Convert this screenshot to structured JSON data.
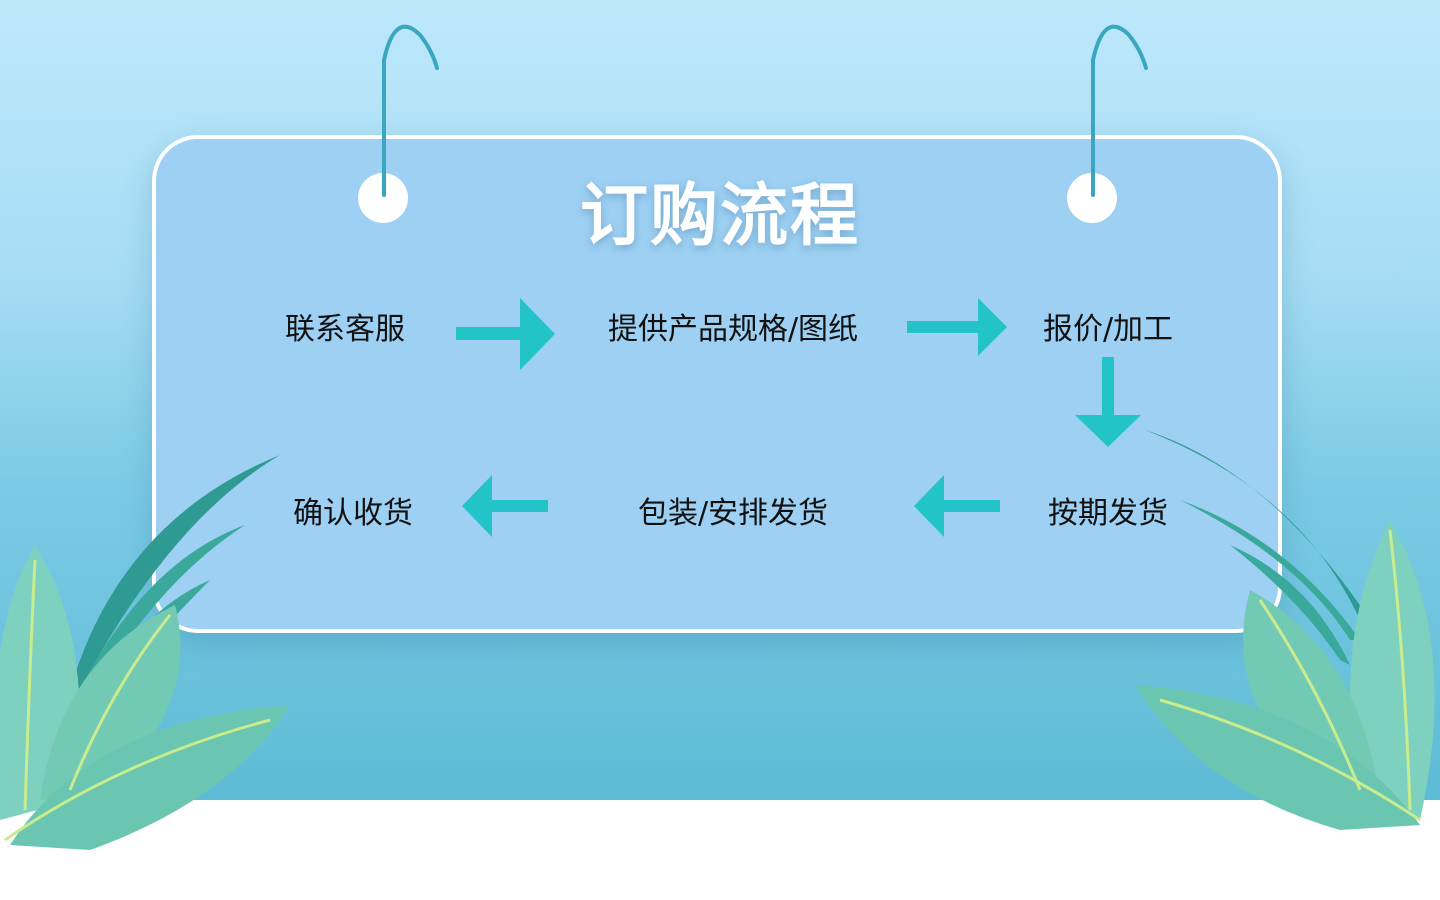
{
  "title": "订购流程",
  "steps": [
    "联系客服",
    "提供产品规格/图纸",
    "报价/加工",
    "按期发货",
    "包装/安排发货",
    "确认收货"
  ],
  "colors": {
    "arrow": "#22c4c8",
    "card": "#9dd0f2",
    "leaf": "#5cc4b0"
  }
}
